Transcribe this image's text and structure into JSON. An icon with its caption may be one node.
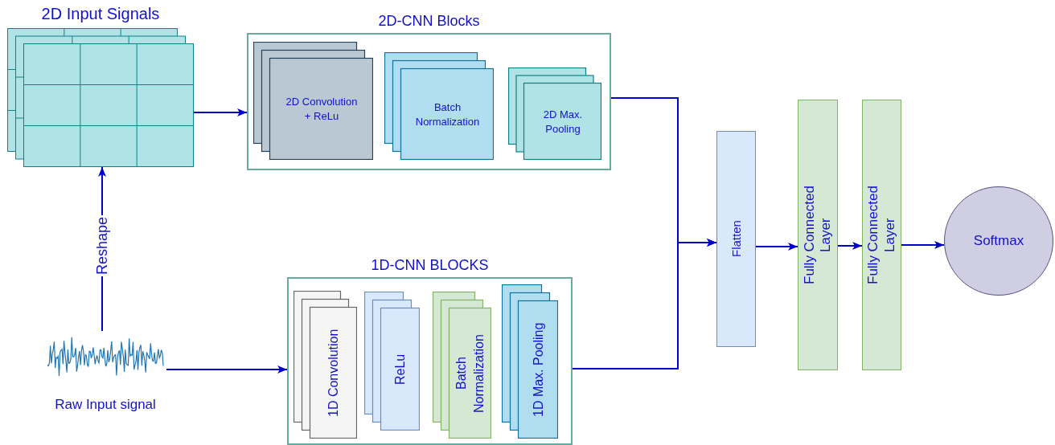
{
  "diagram": {
    "nodes": [
      {
        "text": [
          "2D Input Signals"
        ]
      },
      {
        "text": [
          "2D-CNN Blocks"
        ]
      },
      {
        "text": [
          "2D Convolution + ReLu"
        ],
        "in": 1
      },
      {
        "text": [
          "Batch Normalization"
        ],
        "in": 1
      },
      {
        "text": [
          "2D Max. Pooling"
        ],
        "in": 1
      },
      {
        "text": [
          "Raw Input signal"
        ]
      },
      {
        "text": [
          "1D-CNN BLOCKS"
        ]
      },
      {
        "text": [
          "1D Convolution"
        ],
        "in": 6
      },
      {
        "text": [
          "ReLu"
        ],
        "in": 6
      },
      {
        "text": [
          "Batch Normalization"
        ],
        "in": 6
      },
      {
        "text": [
          "1D Max. Pooling"
        ],
        "in": 6
      },
      {
        "text": [
          "Flatten"
        ]
      },
      {
        "text": [
          "Fully Connected Layer"
        ]
      },
      {
        "text": [
          "Fully Connected Layer"
        ]
      },
      {
        "text": [
          "Softmax"
        ]
      }
    ],
    "edges": [
      {
        "from": 0,
        "to": 1,
        "arrow": "to"
      },
      {
        "from": 5,
        "to": 0,
        "arrow": "to",
        "label": "Reshape"
      },
      {
        "from": 5,
        "to": 6,
        "arrow": "to"
      },
      {
        "from": 1,
        "to": 11,
        "arrow": "to"
      },
      {
        "from": 6,
        "to": 11,
        "arrow": "to"
      },
      {
        "from": 11,
        "to": 12,
        "arrow": "to"
      },
      {
        "from": 12,
        "to": 13,
        "arrow": "to"
      },
      {
        "from": 13,
        "to": 14,
        "arrow": "to"
      }
    ]
  }
}
